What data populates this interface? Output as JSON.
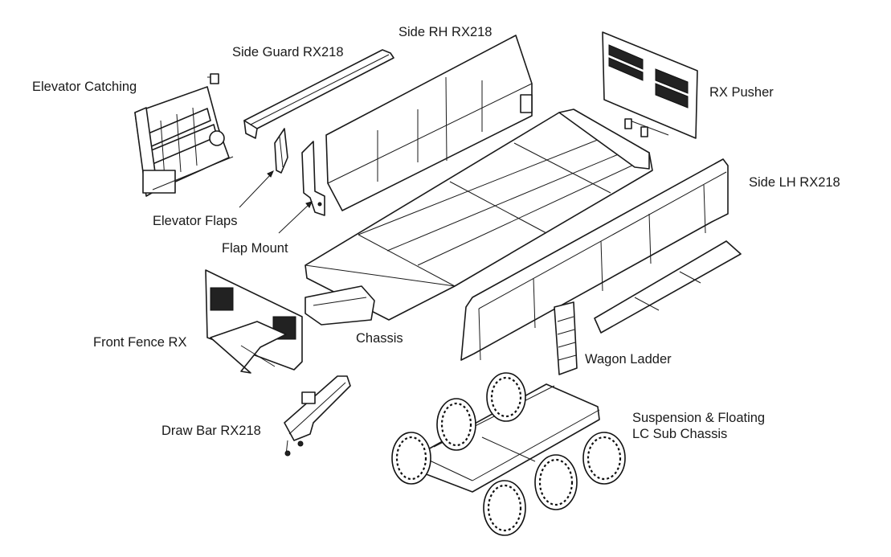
{
  "labels": {
    "side_rh": "Side RH RX218",
    "side_guard": "Side Guard RX218",
    "elevator_catching": "Elevator Catching",
    "rx_pusher": "RX Pusher",
    "side_lh": "Side LH RX218",
    "elevator_flaps": "Elevator Flaps",
    "flap_mount": "Flap Mount",
    "front_fence": "Front Fence RX",
    "chassis": "Chassis",
    "wagon_ladder": "Wagon Ladder",
    "suspension_line1": "Suspension & Floating",
    "suspension_line2": "LC Sub Chassis",
    "draw_bar": "Draw Bar RX218"
  }
}
